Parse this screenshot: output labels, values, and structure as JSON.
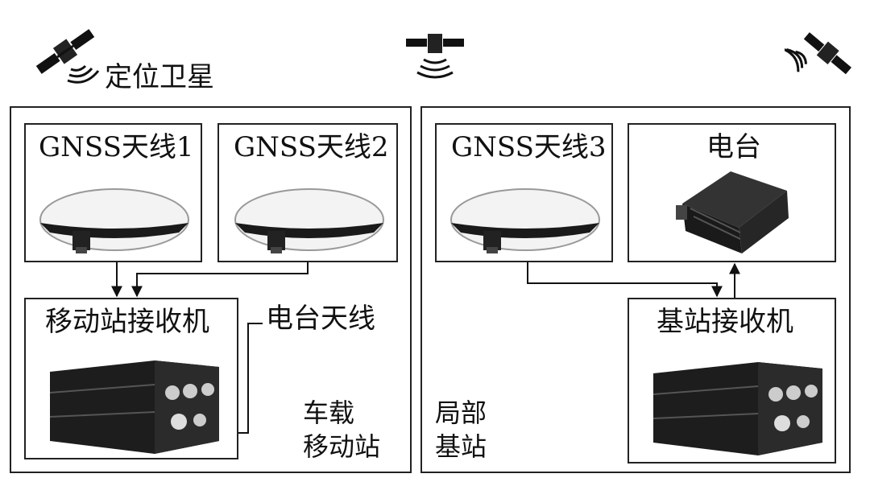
{
  "satellite_label": "定位卫星",
  "vehicle_station": {
    "antenna1_label": "GNSS天线1",
    "antenna2_label": "GNSS天线2",
    "receiver_label": "移动站接收机",
    "radio_antenna_label": "电台天线",
    "caption": "车载\n移动站"
  },
  "base_station": {
    "antenna3_label": "GNSS天线3",
    "radio_label": "电台",
    "receiver_label": "基站接收机",
    "caption": "局部\n基站"
  }
}
